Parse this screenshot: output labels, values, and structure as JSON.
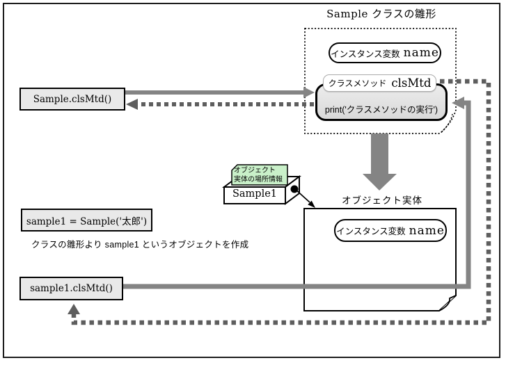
{
  "colors": {
    "line_gray": "#848484",
    "dash_gray": "#5e5e5e",
    "box_fill": "#e9e9e9",
    "method_fill": "#ececec",
    "note_green": "#c9f0c9"
  },
  "title": "Sample クラスの雛形",
  "template_box": {
    "instance_var": {
      "label": "インスタンス変数",
      "value": "name"
    },
    "method": {
      "label": "クラスメソッド",
      "value": "clsMtd",
      "body": "print('クラスメソッドの実行')"
    }
  },
  "left": {
    "class_call": "Sample.clsMtd()",
    "create_call": "sample1 = Sample('太郎')",
    "create_caption": "クラスの雛形より sample1 というオブジェクトを作成",
    "instance_call": "sample1.clsMtd()"
  },
  "reference": {
    "note_line1": "オブジェクト",
    "note_line2": "実体の場所情報",
    "label": "Sample1"
  },
  "entity": {
    "title": "オブジェクト実体",
    "instance_var": {
      "label": "インスタンス変数",
      "value": "name"
    }
  }
}
